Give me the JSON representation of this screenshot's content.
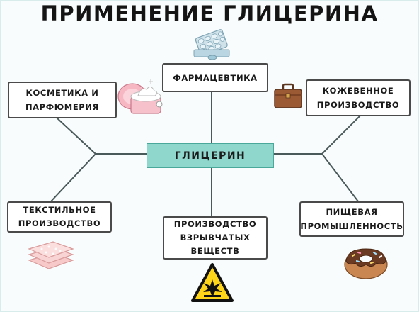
{
  "title": "ПРИМЕНЕНИЕ ГЛИЦЕРИНА",
  "center": "ГЛИЦЕРИН",
  "nodes": {
    "pharma": "ФАРМАЦЕВТИКА",
    "cosmetics_1": "КОСМЕТИКА И",
    "cosmetics_2": "ПАРФЮМЕРИЯ",
    "leather_1": "КОЖЕВЕННОЕ",
    "leather_2": "ПРОИЗВОДСТВО",
    "textile_1": "ТЕКСТИЛЬНОЕ",
    "textile_2": "ПРОИЗВОДСТВО",
    "explosives_1": "ПРОИЗВОДСТВО",
    "explosives_2": "ВЗРЫВЧАТЫХ",
    "explosives_3": "ВЕЩЕСТВ",
    "food_1": "ПИЩЕВАЯ",
    "food_2": "ПРОМЫШЛЕННОСТЬ"
  },
  "icons": {
    "pharma": "pills-blister-icon",
    "cosmetics": "cream-jar-icon",
    "leather": "briefcase-icon",
    "textile": "folded-clothes-icon",
    "explosives": "explosive-warning-icon",
    "food": "donut-icon"
  },
  "colors": {
    "center_fill": "#8fd6cc",
    "line": "#4a5a5a",
    "box_border": "#4a4a4a"
  }
}
